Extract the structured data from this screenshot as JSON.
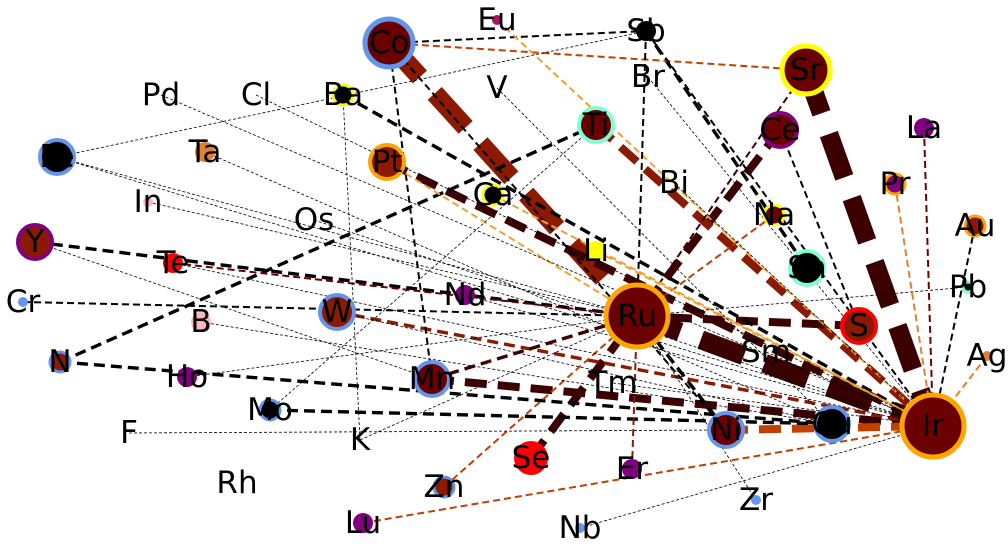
{
  "colors": {
    "blue": "#6495ED",
    "orange": "#FFA500",
    "yellow": "#FFFF00",
    "red": "#FF0000",
    "purple": "#800080",
    "aqua": "#7FFFD4",
    "maroon": "#6B0000",
    "rust": "#8B1A00",
    "darkred": "#3D0000",
    "burnt": "#C04000",
    "light_orange": "#F0A030",
    "pink": "#FFB6C1",
    "black": "#000000",
    "tan": "#E08030"
  },
  "nodes": [
    {
      "id": "Co",
      "fill": "#6B0000",
      "ring": "blue",
      "size": "large"
    },
    {
      "id": "Eu",
      "fill": "#B0106A",
      "ring": "",
      "size": "tiny"
    },
    {
      "id": "Sb",
      "fill": "#000000",
      "ring": "",
      "size": "small"
    },
    {
      "id": "Sr",
      "fill": "#6B0000",
      "ring": "yellow",
      "size": "large"
    },
    {
      "id": "Pd",
      "fill": "",
      "ring": "",
      "size": "none"
    },
    {
      "id": "Cl",
      "fill": "",
      "ring": "",
      "size": "none"
    },
    {
      "id": "Ba",
      "fill": "#000000",
      "ring": "yellow",
      "size": "small"
    },
    {
      "id": "V",
      "fill": "",
      "ring": "",
      "size": "none"
    },
    {
      "id": "Br",
      "fill": "",
      "ring": "",
      "size": "none"
    },
    {
      "id": "Ti",
      "fill": "#6B0000",
      "ring": "aqua",
      "size": "medium"
    },
    {
      "id": "Ce",
      "fill": "#6B0000",
      "ring": "purple",
      "size": "medium"
    },
    {
      "id": "La",
      "fill": "#800080",
      "ring": "",
      "size": "small"
    },
    {
      "id": "Fe",
      "fill": "#000000",
      "ring": "blue",
      "size": "medium"
    },
    {
      "id": "Ta",
      "fill": "#E08030",
      "ring": "",
      "size": "small"
    },
    {
      "id": "Pt",
      "fill": "#8B1A00",
      "ring": "orange",
      "size": "medium"
    },
    {
      "id": "Bi",
      "fill": "",
      "ring": "",
      "size": "none"
    },
    {
      "id": "Pr",
      "fill": "#800080",
      "ring": "orange",
      "size": "small"
    },
    {
      "id": "In",
      "fill": "#FFB6C1",
      "ring": "",
      "size": "tiny"
    },
    {
      "id": "Ca",
      "fill": "#000000",
      "ring": "yellow",
      "size": "small"
    },
    {
      "id": "Na",
      "fill": "#6B0000",
      "ring": "yellow",
      "size": "small"
    },
    {
      "id": "Au",
      "fill": "#8B1A00",
      "ring": "orange",
      "size": "small"
    },
    {
      "id": "Y",
      "fill": "#8B1A00",
      "ring": "purple",
      "size": "medium"
    },
    {
      "id": "Os",
      "fill": "",
      "ring": "",
      "size": "none"
    },
    {
      "id": "Li",
      "fill": "#FFFF00",
      "ring": "",
      "size": "small"
    },
    {
      "id": "Te",
      "fill": "#FF0000",
      "ring": "",
      "size": "small"
    },
    {
      "id": "Sn",
      "fill": "#000000",
      "ring": "aqua",
      "size": "medium"
    },
    {
      "id": "Pb",
      "fill": "#000000",
      "ring": "aqua",
      "size": "tiny"
    },
    {
      "id": "Cr",
      "fill": "#6495ED",
      "ring": "",
      "size": "tiny"
    },
    {
      "id": "W",
      "fill": "#8B1A00",
      "ring": "blue",
      "size": "medium"
    },
    {
      "id": "Nd",
      "fill": "#800080",
      "ring": "",
      "size": "small"
    },
    {
      "id": "Ru",
      "fill": "#6B0000",
      "ring": "orange",
      "size": "xlarge"
    },
    {
      "id": "S",
      "fill": "#8B1A00",
      "ring": "red",
      "size": "medium"
    },
    {
      "id": "B",
      "fill": "#FFB6C1",
      "ring": "",
      "size": "small"
    },
    {
      "id": "Ag",
      "fill": "#E08030",
      "ring": "",
      "size": "tiny"
    },
    {
      "id": "N",
      "fill": "#8B1A00",
      "ring": "blue",
      "size": "small"
    },
    {
      "id": "Sm",
      "fill": "",
      "ring": "",
      "size": "none"
    },
    {
      "id": "Ho",
      "fill": "#800080",
      "ring": "",
      "size": "small"
    },
    {
      "id": "Mn",
      "fill": "#6B0000",
      "ring": "blue",
      "size": "medium"
    },
    {
      "id": "Tm",
      "fill": "",
      "ring": "",
      "size": "none"
    },
    {
      "id": "Mo",
      "fill": "#000000",
      "ring": "blue",
      "size": "small"
    },
    {
      "id": "F",
      "fill": "",
      "ring": "",
      "size": "none"
    },
    {
      "id": "K",
      "fill": "",
      "ring": "",
      "size": "none"
    },
    {
      "id": "Ni",
      "fill": "#6B0000",
      "ring": "blue",
      "size": "medium"
    },
    {
      "id": "Cu",
      "fill": "#000000",
      "ring": "blue",
      "size": "medium"
    },
    {
      "id": "Ir",
      "fill": "#6B0000",
      "ring": "orange",
      "size": "xlarge"
    },
    {
      "id": "Rh",
      "fill": "",
      "ring": "",
      "size": "none"
    },
    {
      "id": "Se",
      "fill": "#FF0000",
      "ring": "",
      "size": "medium"
    },
    {
      "id": "Er",
      "fill": "#800080",
      "ring": "",
      "size": "small"
    },
    {
      "id": "Zn",
      "fill": "#8B1A00",
      "ring": "blue",
      "size": "small"
    },
    {
      "id": "Zr",
      "fill": "#6495ED",
      "ring": "",
      "size": "tiny"
    },
    {
      "id": "Lu",
      "fill": "#800080",
      "ring": "",
      "size": "small"
    },
    {
      "id": "Nb",
      "fill": "#6495ED",
      "ring": "",
      "size": "tiny"
    }
  ],
  "edges": [
    {
      "from": "Sr",
      "to": "Ir",
      "color": "darkred",
      "weight": "heavy"
    },
    {
      "from": "Co",
      "to": "Ru",
      "color": "rust",
      "weight": "heavy"
    },
    {
      "from": "Ru",
      "to": "Ir",
      "color": "darkred",
      "weight": "heavy"
    },
    {
      "from": "Ce",
      "to": "Ru",
      "color": "darkred",
      "weight": "thick"
    },
    {
      "from": "Ti",
      "to": "Ir",
      "color": "rust",
      "weight": "thick"
    },
    {
      "from": "Pt",
      "to": "Ir",
      "color": "darkred",
      "weight": "thick"
    },
    {
      "from": "Ru",
      "to": "S",
      "color": "darkred",
      "weight": "thick"
    },
    {
      "from": "Mn",
      "to": "Ir",
      "color": "darkred",
      "weight": "thick"
    },
    {
      "from": "Ni",
      "to": "Ir",
      "color": "burnt",
      "weight": "thick"
    },
    {
      "from": "Se",
      "to": "Ru",
      "color": "darkred",
      "weight": "thick"
    },
    {
      "from": "W",
      "to": "Ir",
      "color": "rust",
      "weight": "medium"
    },
    {
      "from": "Ba",
      "to": "Ir",
      "color": "black",
      "weight": "medium"
    },
    {
      "from": "Mo",
      "to": "Cu",
      "color": "black",
      "weight": "medium"
    },
    {
      "from": "N",
      "to": "Cu",
      "color": "black",
      "weight": "medium"
    },
    {
      "from": "N",
      "to": "Ti",
      "color": "black",
      "weight": "medium"
    },
    {
      "from": "Y",
      "to": "Ru",
      "color": "black",
      "weight": "medium"
    },
    {
      "from": "Mn",
      "to": "Ru",
      "color": "darkred",
      "weight": "medium"
    },
    {
      "from": "Ni",
      "to": "Ru",
      "color": "black",
      "weight": "medium"
    },
    {
      "from": "Sb",
      "to": "Sn",
      "color": "black",
      "weight": "medium"
    },
    {
      "from": "Co",
      "to": "Sr",
      "color": "burnt",
      "weight": "light"
    },
    {
      "from": "Co",
      "to": "Sb",
      "color": "black",
      "weight": "light"
    },
    {
      "from": "Co",
      "to": "Mn",
      "color": "black",
      "weight": "light"
    },
    {
      "from": "Co",
      "to": "Ni",
      "color": "black",
      "weight": "light"
    },
    {
      "from": "Eu",
      "to": "Ir",
      "color": "light_orange",
      "weight": "light"
    },
    {
      "from": "Sb",
      "to": "Ir",
      "color": "black",
      "weight": "light"
    },
    {
      "from": "Sb",
      "to": "Ru",
      "color": "black",
      "weight": "light"
    },
    {
      "from": "Sr",
      "to": "Ru",
      "color": "darkred",
      "weight": "light"
    },
    {
      "from": "La",
      "to": "Ir",
      "color": "maroon",
      "weight": "light"
    },
    {
      "from": "Pr",
      "to": "Ir",
      "color": "tan",
      "weight": "light"
    },
    {
      "from": "Au",
      "to": "Ir",
      "color": "black",
      "weight": "light"
    },
    {
      "from": "Ag",
      "to": "Ir",
      "color": "tan",
      "weight": "light"
    },
    {
      "from": "Lu",
      "to": "Ir",
      "color": "burnt",
      "weight": "light"
    },
    {
      "from": "Zn",
      "to": "Ru",
      "color": "burnt",
      "weight": "light"
    },
    {
      "from": "Er",
      "to": "Ru",
      "color": "rust",
      "weight": "light"
    },
    {
      "from": "Te",
      "to": "Ru",
      "color": "maroon",
      "weight": "light"
    },
    {
      "from": "Cr",
      "to": "Ru",
      "color": "black",
      "weight": "light"
    },
    {
      "from": "Li",
      "to": "Ir",
      "color": "light_orange",
      "weight": "light"
    },
    {
      "from": "Na",
      "to": "Ru",
      "color": "burnt",
      "weight": "light"
    },
    {
      "from": "Ce",
      "to": "S",
      "color": "black",
      "weight": "light"
    },
    {
      "from": "Pt",
      "to": "Ru",
      "color": "light_orange",
      "weight": "light"
    },
    {
      "from": "Ca",
      "to": "Ir",
      "color": "light_orange",
      "weight": "light"
    },
    {
      "from": "Fe",
      "to": "Ru",
      "color": "black",
      "weight": "thin"
    },
    {
      "from": "Fe",
      "to": "Ir",
      "color": "black",
      "weight": "thin"
    },
    {
      "from": "Fe",
      "to": "Sb",
      "color": "black",
      "weight": "thin"
    },
    {
      "from": "Pd",
      "to": "Ir",
      "color": "black",
      "weight": "thin"
    },
    {
      "from": "Cl",
      "to": "Ir",
      "color": "black",
      "weight": "thin"
    },
    {
      "from": "Ta",
      "to": "Cu",
      "color": "black",
      "weight": "thin"
    },
    {
      "from": "In",
      "to": "Ru",
      "color": "black",
      "weight": "thin"
    },
    {
      "from": "Os",
      "to": "Ir",
      "color": "black",
      "weight": "thin"
    },
    {
      "from": "B",
      "to": "Cu",
      "color": "black",
      "weight": "thin"
    },
    {
      "from": "Ho",
      "to": "Ru",
      "color": "black",
      "weight": "thin"
    },
    {
      "from": "F",
      "to": "Ni",
      "color": "black",
      "weight": "thin"
    },
    {
      "from": "K",
      "to": "Ru",
      "color": "black",
      "weight": "thin"
    },
    {
      "from": "K",
      "to": "Ba",
      "color": "black",
      "weight": "thin"
    },
    {
      "from": "Nb",
      "to": "Ir",
      "color": "black",
      "weight": "thin"
    },
    {
      "from": "Zr",
      "to": "Ru",
      "color": "black",
      "weight": "thin"
    },
    {
      "from": "Tm",
      "to": "Ir",
      "color": "black",
      "weight": "thin"
    },
    {
      "from": "Sm",
      "to": "Ir",
      "color": "black",
      "weight": "thin"
    },
    {
      "from": "Bi",
      "to": "Ir",
      "color": "black",
      "weight": "thin"
    },
    {
      "from": "Br",
      "to": "Ir",
      "color": "black",
      "weight": "thin"
    },
    {
      "from": "V",
      "to": "Cu",
      "color": "black",
      "weight": "thin"
    },
    {
      "from": "Nd",
      "to": "Ir",
      "color": "black",
      "weight": "thin"
    },
    {
      "from": "Pb",
      "to": "Ru",
      "color": "black",
      "weight": "thin"
    },
    {
      "from": "W",
      "to": "Cu",
      "color": "black",
      "weight": "thin"
    },
    {
      "from": "Mo",
      "to": "Ti",
      "color": "black",
      "weight": "thin"
    },
    {
      "from": "Y",
      "to": "Mn",
      "color": "black",
      "weight": "thin"
    },
    {
      "from": "Te",
      "to": "Ir",
      "color": "black",
      "weight": "thin"
    }
  ]
}
